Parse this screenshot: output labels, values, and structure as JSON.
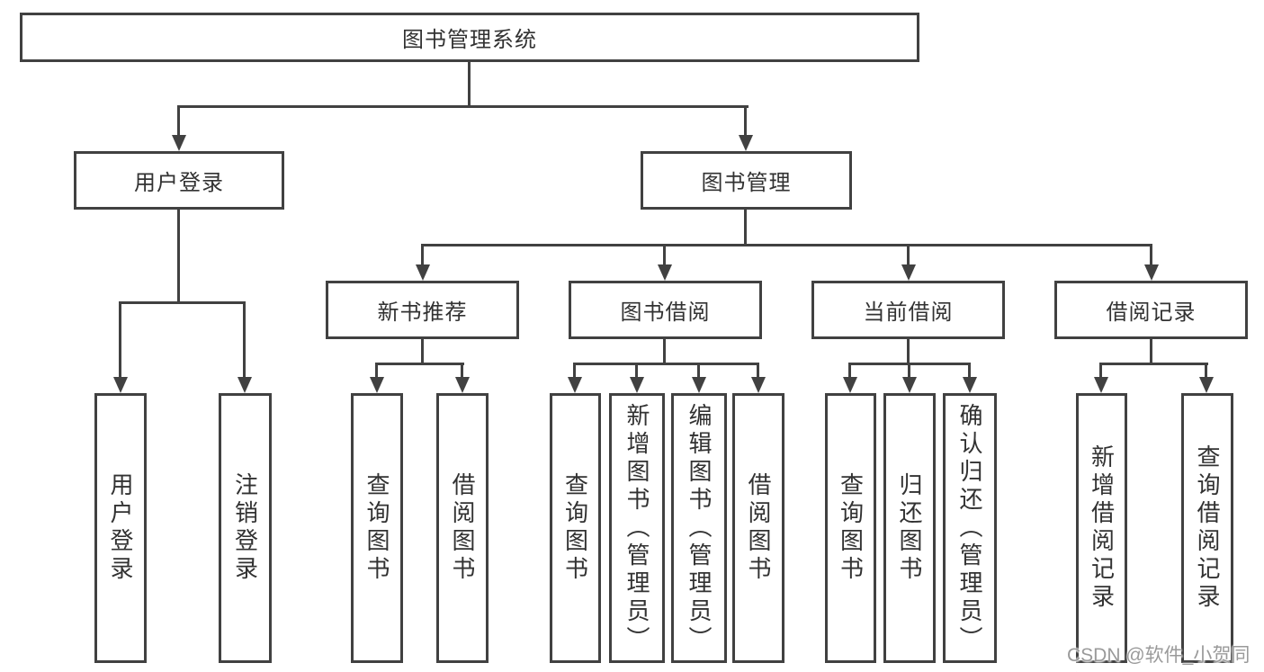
{
  "diagram": {
    "root": {
      "label": "图书管理系统",
      "children": [
        {
          "label": "用户登录",
          "children": [
            {
              "label": "用户登录"
            },
            {
              "label": "注销登录"
            }
          ]
        },
        {
          "label": "图书管理",
          "children": [
            {
              "label": "新书推荐",
              "children": [
                {
                  "label": "查询图书"
                },
                {
                  "label": "借阅图书"
                }
              ]
            },
            {
              "label": "图书借阅",
              "children": [
                {
                  "label": "查询图书"
                },
                {
                  "label": "新增图书（管理员）"
                },
                {
                  "label": "编辑图书（管理员）"
                },
                {
                  "label": "借阅图书"
                }
              ]
            },
            {
              "label": "当前借阅",
              "children": [
                {
                  "label": "查询图书"
                },
                {
                  "label": "归还图书"
                },
                {
                  "label": "确认归还（管理员）"
                }
              ]
            },
            {
              "label": "借阅记录",
              "children": [
                {
                  "label": "新增借阅记录"
                },
                {
                  "label": "查询借阅记录"
                }
              ]
            }
          ]
        }
      ]
    }
  },
  "watermark": {
    "text": "CSDN @软件_小贺同学"
  },
  "colors": {
    "line": "#414141",
    "text": "#323232",
    "watermark": "#9a9a9a",
    "background": "#ffffff"
  }
}
